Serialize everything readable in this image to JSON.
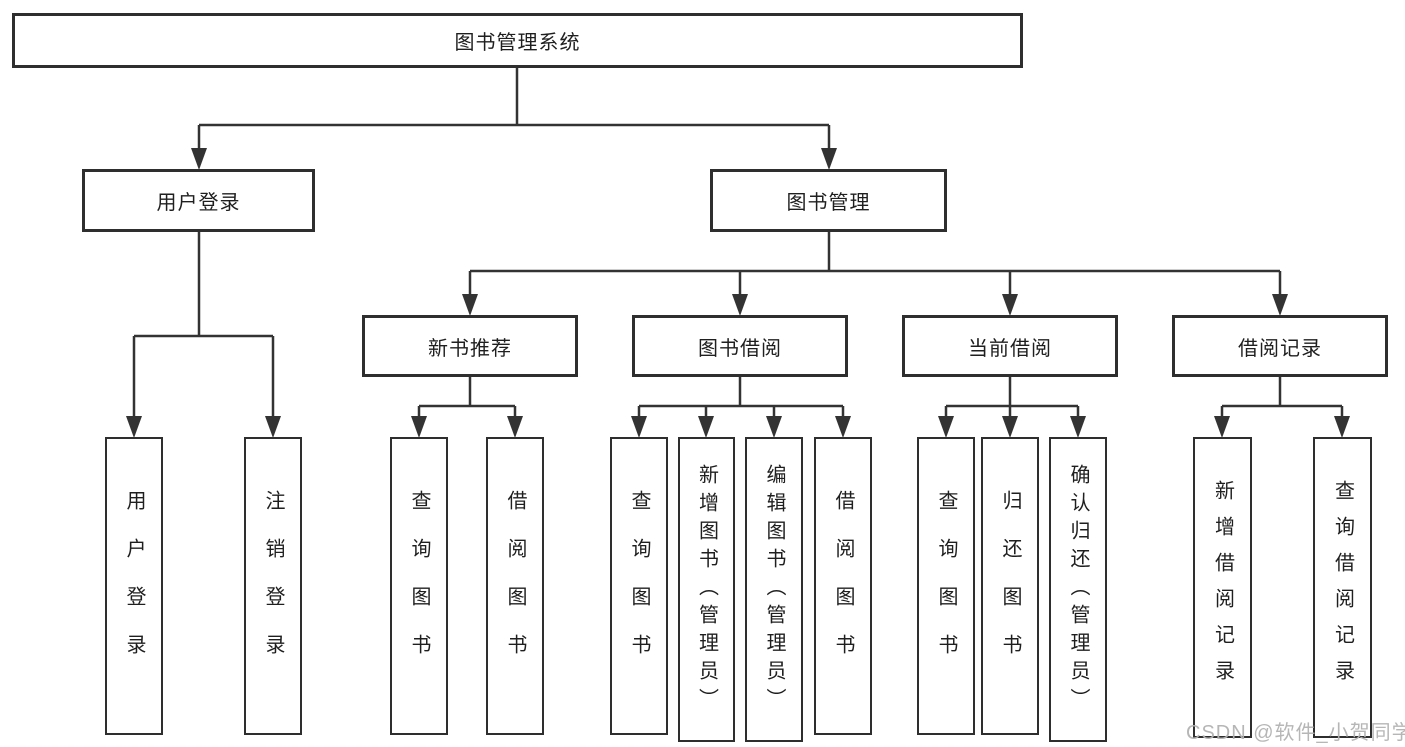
{
  "diagram": {
    "root": {
      "label": "图书管理系统"
    },
    "level2": [
      {
        "label": "用户登录"
      },
      {
        "label": "图书管理"
      }
    ],
    "level3": [
      {
        "label": "新书推荐"
      },
      {
        "label": "图书借阅"
      },
      {
        "label": "当前借阅"
      },
      {
        "label": "借阅记录"
      }
    ],
    "leaves": {
      "user_login": [
        {
          "label": "用户登录"
        },
        {
          "label": "注销登录"
        }
      ],
      "new_book_rec": [
        {
          "label": "查询图书"
        },
        {
          "label": "借阅图书"
        }
      ],
      "book_borrow": [
        {
          "label": "查询图书"
        },
        {
          "label": "新增图书（管理员）"
        },
        {
          "label": "编辑图书（管理员）"
        },
        {
          "label": "借阅图书"
        }
      ],
      "current_borrow": [
        {
          "label": "查询图书"
        },
        {
          "label": "归还图书"
        },
        {
          "label": "确认归还（管理员）"
        }
      ],
      "borrow_record": [
        {
          "label": "新增借阅记录"
        },
        {
          "label": "查询借阅记录"
        }
      ]
    },
    "watermark": "CSDN @软件_小贺同学",
    "colors": {
      "line": "#333333",
      "box_border": "#2e2e2e",
      "text": "#1f1f1f",
      "watermark": "#b2b2b2",
      "background": "#ffffff"
    }
  }
}
